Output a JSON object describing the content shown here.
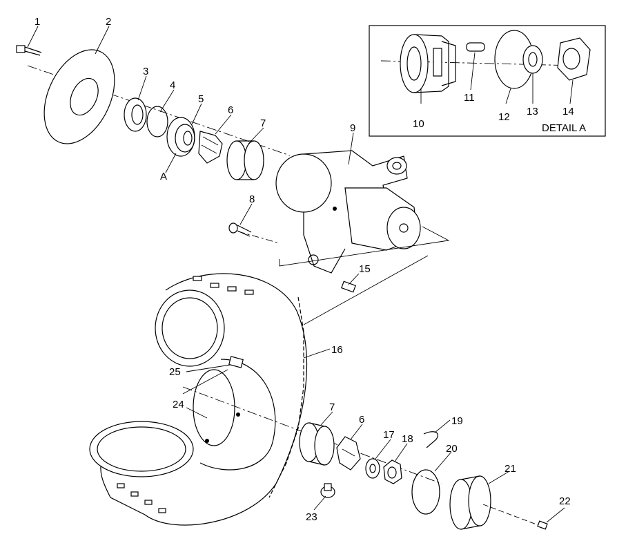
{
  "detail_label": "DETAIL A",
  "reference_mark": "A",
  "callouts": [
    "1",
    "2",
    "3",
    "4",
    "5",
    "6",
    "7",
    "8",
    "9",
    "10",
    "11",
    "12",
    "13",
    "14",
    "15",
    "16",
    "7",
    "6",
    "17",
    "18",
    "19",
    "20",
    "21",
    "22",
    "23",
    "24",
    "25"
  ]
}
